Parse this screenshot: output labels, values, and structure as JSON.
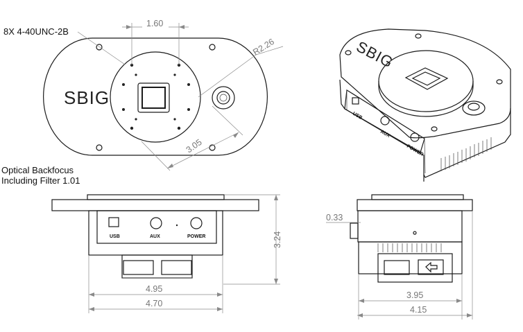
{
  "annotations": {
    "thread_callout": "8X 4-40UNC-2B",
    "backfocus_line1": "Optical Backfocus",
    "backfocus_line2": "Including Filter 1.01"
  },
  "dimensions": {
    "top_spacing": "1.60",
    "radius": "R2.26",
    "diagonal": "3.05",
    "front_height": "3.24",
    "front_inner_width": "4.95",
    "front_outer_width": "4.70",
    "side_offset": "0.33",
    "side_inner_width": "3.95",
    "side_outer_width": "4.15"
  },
  "labels": {
    "brand": "SBIG",
    "port_usb": "USB",
    "port_aux": "AUX",
    "port_power": "POWER"
  }
}
